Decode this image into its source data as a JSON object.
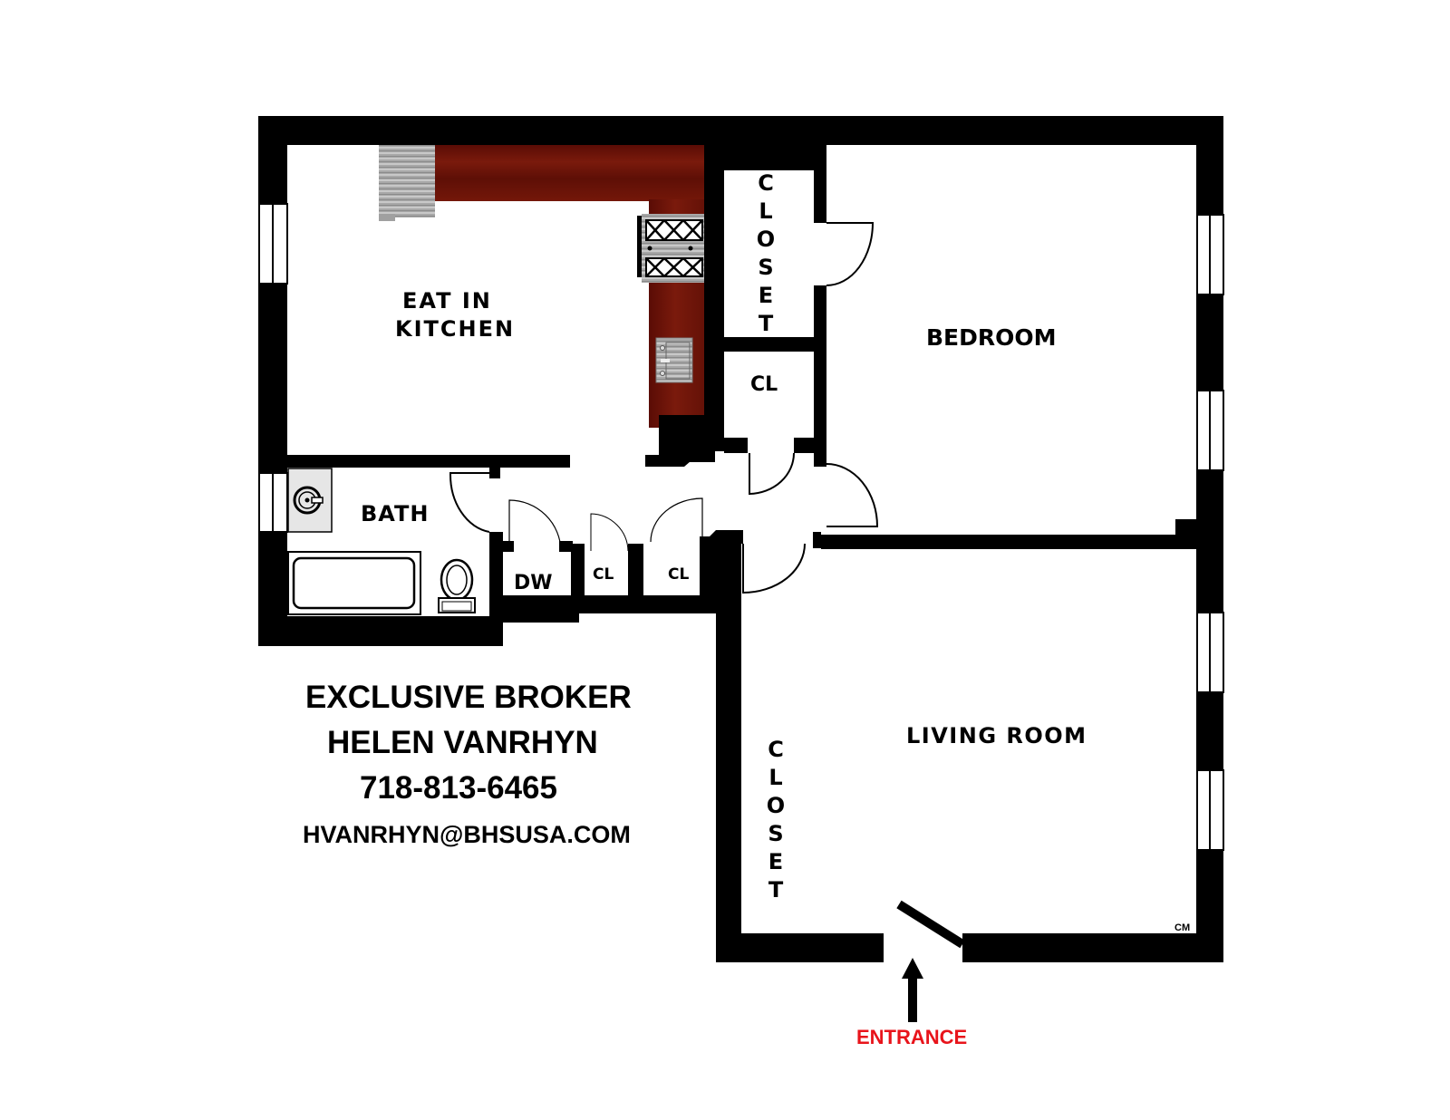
{
  "floor_plan": {
    "rooms": {
      "kitchen": {
        "line1": "EAT IN",
        "line2": "KITCHEN"
      },
      "bedroom": {
        "label": "BEDROOM"
      },
      "living_room": {
        "label": "LIVING ROOM"
      },
      "bath": {
        "label": "BATH"
      },
      "closet_top": {
        "label": "C\nL\nO\nS\nE\nT"
      },
      "closet_cl_mid": {
        "label": "CL"
      },
      "closet_living": {
        "label": "C\nL\nO\nS\nE\nT"
      },
      "dw": {
        "label": "DW"
      },
      "hall_cl_1": {
        "label": "CL"
      },
      "hall_cl_2": {
        "label": "CL"
      }
    },
    "entrance": {
      "label": "ENTRANCE",
      "color": "#e8141b"
    },
    "signature": "CM",
    "colors": {
      "wall": "#000000",
      "cabinet": "#6b1208",
      "appliance": "#a9a9a9",
      "entrance": "#e8141b"
    }
  },
  "broker": {
    "title": "EXCLUSIVE BROKER",
    "name": "HELEN VANRHYN",
    "phone": "718-813-6465",
    "email": "HVANRHYN@BHSUSA.COM"
  }
}
